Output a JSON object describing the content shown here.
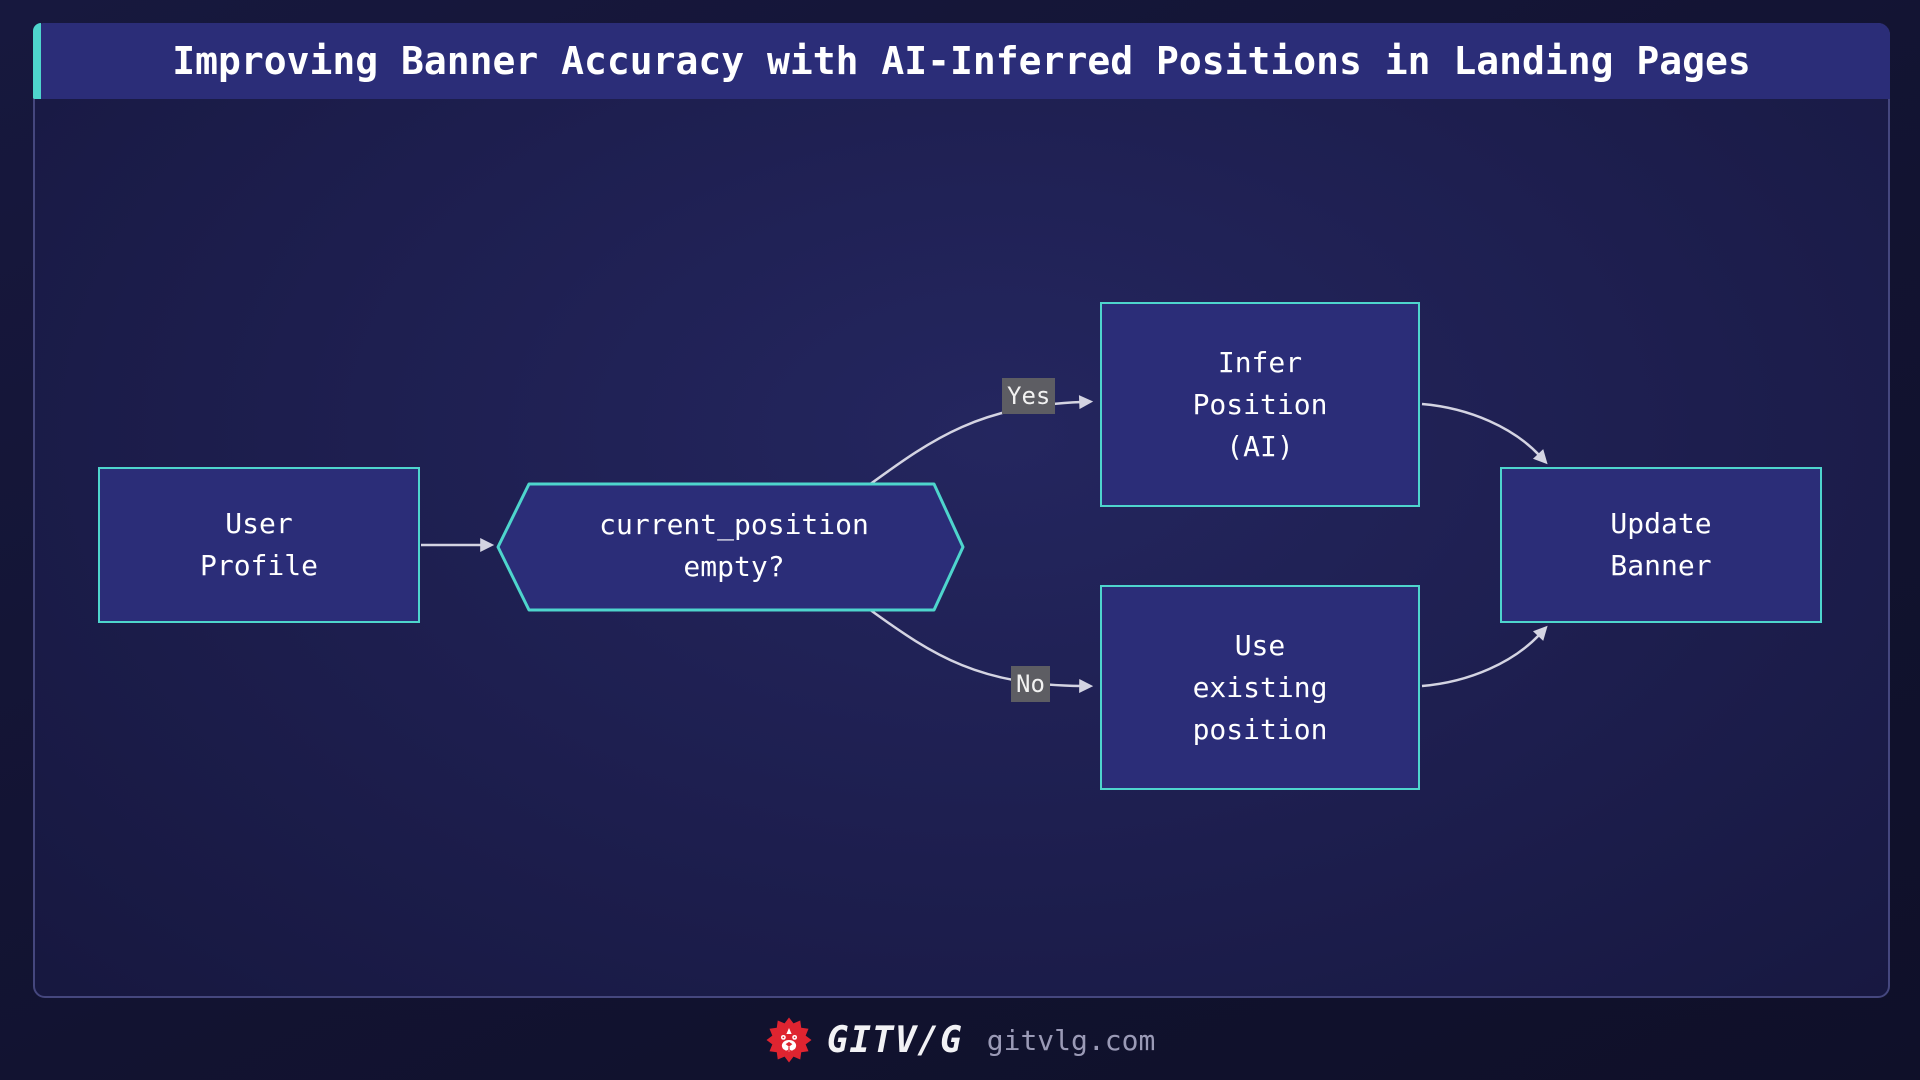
{
  "header": {
    "title": "Improving Banner Accuracy with AI-Inferred Positions in Landing Pages"
  },
  "diagram": {
    "type": "flowchart",
    "nodes": {
      "user_profile": {
        "shape": "rectangle",
        "line1": "User",
        "line2": "Profile"
      },
      "decision": {
        "shape": "hexagon",
        "line1": "current_position",
        "line2": "empty?"
      },
      "infer_position": {
        "shape": "rectangle",
        "line1": "Infer",
        "line2": "Position",
        "line3": "(AI)"
      },
      "use_existing": {
        "shape": "rectangle",
        "line1": "Use",
        "line2": "existing",
        "line3": "position"
      },
      "update_banner": {
        "shape": "rectangle",
        "line1": "Update",
        "line2": "Banner"
      }
    },
    "edges": [
      {
        "from": "user_profile",
        "to": "decision",
        "label": ""
      },
      {
        "from": "decision",
        "to": "infer_position",
        "label": "Yes"
      },
      {
        "from": "decision",
        "to": "use_existing",
        "label": "No"
      },
      {
        "from": "infer_position",
        "to": "update_banner",
        "label": ""
      },
      {
        "from": "use_existing",
        "to": "update_banner",
        "label": ""
      }
    ],
    "edge_labels": {
      "yes": "Yes",
      "no": "No"
    }
  },
  "footer": {
    "logo": "lion-icon",
    "brand": "GITV/G",
    "site": "gitvlg.com"
  },
  "colors": {
    "accent_teal": "#4ed5cd",
    "node_fill": "#2b2d78",
    "titlebar_fill": "#2b2d78",
    "panel_border": "#45477e",
    "edge_line": "#d4d4e2",
    "edge_label_bg": "#5d5d63",
    "brand_red": "#df2430",
    "site_text": "#9a9ab6"
  }
}
